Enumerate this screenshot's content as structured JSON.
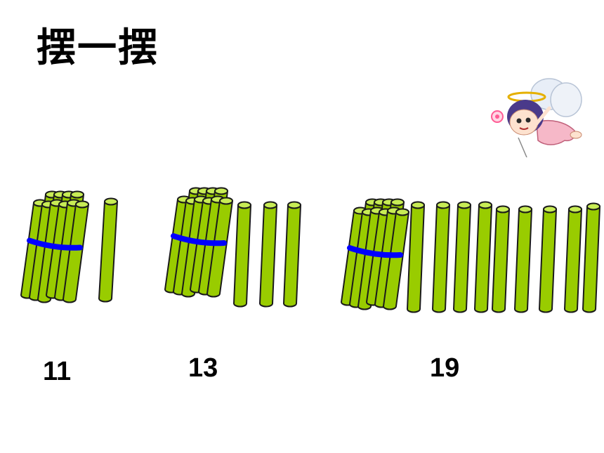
{
  "title": "摆一摆",
  "colors": {
    "stick_fill": "#99cc00",
    "stick_stroke": "#1a1a1a",
    "band": "#0000ff"
  },
  "icons": {
    "fairy": "angel-fairy-icon",
    "stick": "counting-stick-icon",
    "bundle": "stick-bundle-icon"
  },
  "groups": [
    {
      "label": "11",
      "bundles": 1,
      "loose_sticks": 1
    },
    {
      "label": "13",
      "bundles": 1,
      "loose_sticks": 3
    },
    {
      "label": "19",
      "bundles": 1,
      "loose_sticks": 9
    }
  ]
}
